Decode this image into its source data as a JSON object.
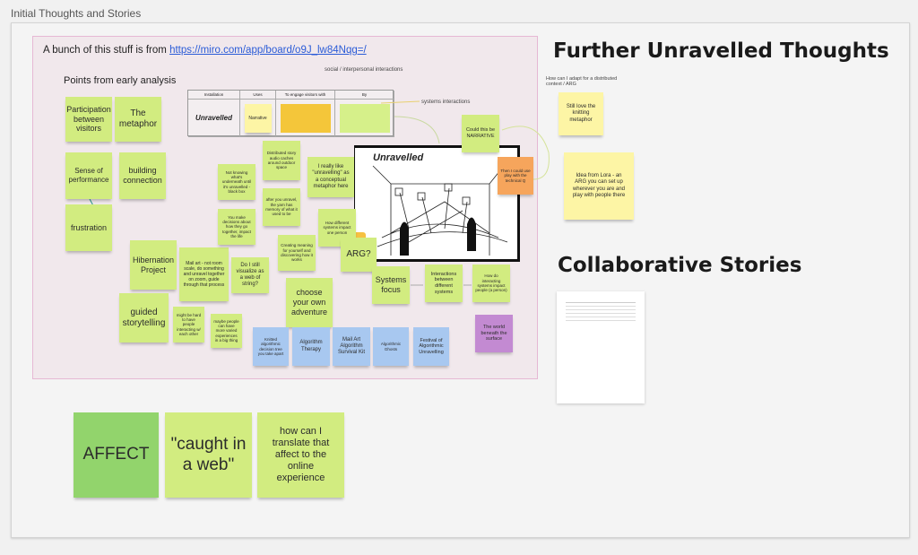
{
  "board_title": "Initial Thoughts and Stories",
  "source": {
    "prefix": "A bunch of this stuff is from ",
    "link": "https://miro.com/app/board/o9J_lw84Nqg=/"
  },
  "labels": {
    "social": "social / interpersonal interactions",
    "systems": "systems interactions",
    "points_heading": "Points from early analysis",
    "distributed_question": "How can I adapt for a distributed context / ARG"
  },
  "table": {
    "headers": [
      "Installation",
      "Uses",
      "To engage visitors with",
      "By"
    ],
    "installation": "Unravelled",
    "uses": "Narrative"
  },
  "image": {
    "title": "Unravelled"
  },
  "headings": {
    "further": "Further Unravelled Thoughts",
    "collab": "Collaborative Stories"
  },
  "stickies": {
    "participation": "Participation between visitors",
    "metaphor": "The metaphor",
    "performance": "Sense of performance",
    "connection": "building connection",
    "frustration": "frustration",
    "hibernation": "Hibernation Project",
    "guided": "guided storytelling",
    "mailart": "Mail art - not room scale, do something and unravel together on zoom, guide through that process",
    "visualize": "Do I still visualize as a web of string?",
    "hard": "might be hard to have people interacting w/ each other",
    "maybe": "maybe people can have more varied experiences in a big thing",
    "notknowing": "Not knowing what's underneath until it's unravelled - black box",
    "decisions": "You make decisions about how they go together, impact the life",
    "distributed": "Distributed story audio caches around outdoor space",
    "afterunravel": "after you unravel, the yarn has memory of what it used to be",
    "creating": "Creating meaning for yourself and discovering how it works",
    "reallylike": "I really like \"unravelling\" as a conceptual metaphor here",
    "howdifferent": "How different systems impact one person",
    "arg": "ARG?",
    "choose": "choose your own adventure",
    "knitted": "Knitted algorithmic decision tree you take apart",
    "therapy": "Algorithm Therapy",
    "survival": "Mail Art Algorithm Survival Kit",
    "ghosts": "Algorithmic Ghosts",
    "festival": "Festival of Algorithmic Unravelling",
    "systemsfocus": "Systems focus",
    "interactions": "Interactions between different systems",
    "howdo": "How do interacting systems impact people (a person)",
    "world": "The world beneath the surface",
    "narrative": "Could this be NARRATIVE",
    "technical": "Then I could use play with the technical Q",
    "knitting": "Still love the knitting metaphor",
    "lora": "Idea from Lora - an ARG you can set up wherever you are and play with people there",
    "affect": "AFFECT",
    "caught": "\"caught in a web\"",
    "translate": "how can I translate that affect to the online experience"
  },
  "colors": {
    "green": "#d2ec80",
    "blue": "#a8c8f0",
    "purple": "#c38ad2",
    "orange": "#f6a55c",
    "yellow": "#fdf5a5",
    "frame_border": "#e6b8d4"
  }
}
